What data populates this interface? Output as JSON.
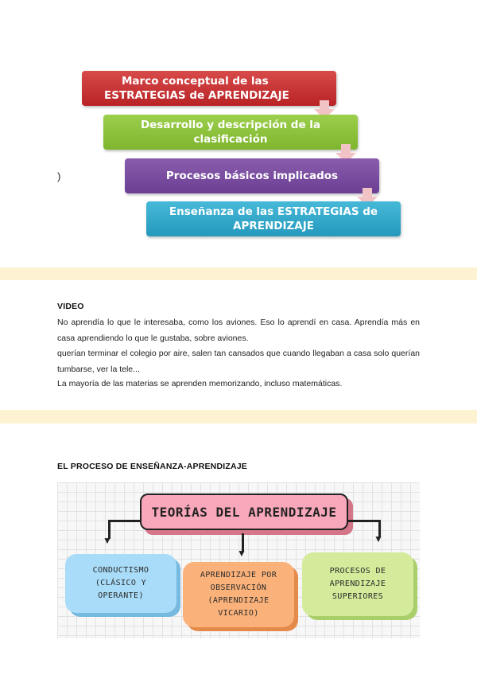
{
  "diagram": {
    "steps": [
      {
        "line1": "Marco conceptual de las",
        "line2": "ESTRATEGIAS de APRENDIZAJE"
      },
      {
        "line1": "Desarrollo y descripción de la",
        "line2": "clasificación"
      },
      {
        "line1": "Procesos básicos implicados"
      },
      {
        "line1": "Enseñanza de las ESTRATEGIAS de",
        "line2": "APRENDIZAJE"
      }
    ],
    "stray_mark": ")",
    "colors": {
      "red": "#c4302f",
      "green": "#8cc23a",
      "purple": "#7a4ca0",
      "teal": "#33a9cc",
      "arrow": "#f2c3c5"
    }
  },
  "video": {
    "heading": "VIDEO",
    "paragraphs": [
      "No aprendía lo que le interesaba, como los aviones. Eso lo aprendí en casa. Aprendía más en casa aprendiendo lo que le gustaba, sobre aviones.",
      "querían terminar el colegio por aire, salen tan cansados que cuando llegaban a casa solo querían tumbarse, ver la tele...",
      "La mayoría de las materias se aprenden memorizando, incluso matemáticas."
    ]
  },
  "process": {
    "heading": "EL PROCESO DE ENSEÑANZA-APRENDIZAJE",
    "title": "TEORÍAS DEL APRENDIZAJE",
    "boxes": [
      {
        "lines": [
          "CONDUCTISMO",
          "(CLÁSICO Y",
          "OPERANTE)"
        ],
        "color": "#a9dcf8"
      },
      {
        "lines": [
          "APRENDIZAJE POR",
          "OBSERVACIÓN",
          "(APRENDIZAJE",
          "VICARIO)"
        ],
        "color": "#fbb27a"
      },
      {
        "lines": [
          "PROCESOS DE",
          "APRENDIZAJE",
          "SUPERIORES"
        ],
        "color": "#d3eb9a"
      }
    ]
  }
}
